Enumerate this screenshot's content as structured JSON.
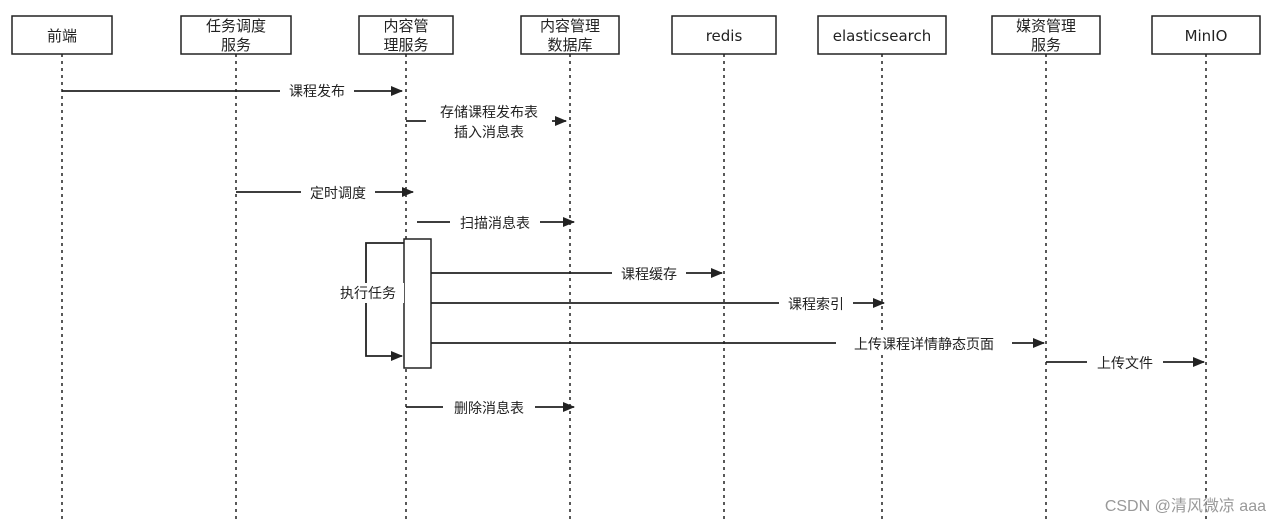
{
  "actors": [
    {
      "id": "frontend",
      "lines": [
        "前端"
      ]
    },
    {
      "id": "scheduler",
      "lines": [
        "任务调度",
        "服务"
      ]
    },
    {
      "id": "content",
      "lines": [
        "内容管",
        "理服务"
      ]
    },
    {
      "id": "contentdb",
      "lines": [
        "内容管理",
        "数据库"
      ]
    },
    {
      "id": "redis",
      "lines": [
        "redis"
      ]
    },
    {
      "id": "es",
      "lines": [
        "elasticsearch"
      ]
    },
    {
      "id": "media",
      "lines": [
        "媒资管理",
        "服务"
      ]
    },
    {
      "id": "minio",
      "lines": [
        "MinIO"
      ]
    }
  ],
  "messages": [
    {
      "id": "course-publish",
      "lines": [
        "课程发布"
      ]
    },
    {
      "id": "store-publish",
      "lines": [
        "存储课程发布表",
        "插入消息表"
      ]
    },
    {
      "id": "timed-schedule",
      "lines": [
        "定时调度"
      ]
    },
    {
      "id": "scan-msg",
      "lines": [
        "扫描消息表"
      ]
    },
    {
      "id": "course-cache",
      "lines": [
        "课程缓存"
      ]
    },
    {
      "id": "course-index",
      "lines": [
        "课程索引"
      ]
    },
    {
      "id": "upload-detail",
      "lines": [
        "上传课程详情静态页面"
      ]
    },
    {
      "id": "upload-file",
      "lines": [
        "上传文件"
      ]
    },
    {
      "id": "delete-msg",
      "lines": [
        "删除消息表"
      ]
    }
  ],
  "self_call": {
    "label": "执行任务"
  },
  "watermark": "CSDN @清风微凉 aaa"
}
